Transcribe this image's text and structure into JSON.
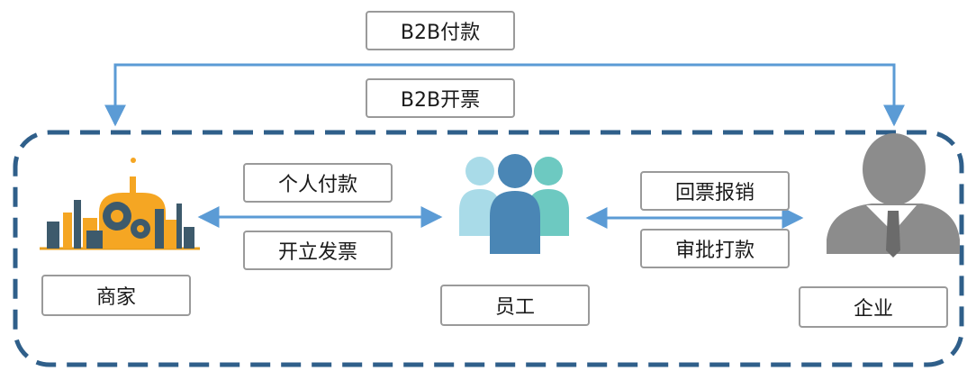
{
  "top_flow": {
    "payment_label": "B2B付款",
    "invoice_label": "B2B开票"
  },
  "left_flow": {
    "payment_label": "个人付款",
    "invoice_label": "开立发票"
  },
  "right_flow": {
    "reimburse_label": "回票报销",
    "approve_label": "审批打款"
  },
  "nodes": {
    "merchant": "商家",
    "employee": "员工",
    "enterprise": "企业"
  },
  "colors": {
    "dashed_border": "#2f5f8a",
    "arrow": "#5b9bd5",
    "box_border": "#9a9a9a",
    "factory_orange": "#f5a623",
    "factory_dark": "#3d5a6c",
    "employee_front": "#4a86b5",
    "employee_back_left": "#a9dbe8",
    "employee_back_right": "#6dc9c1",
    "business_person": "#8c8c8c"
  }
}
